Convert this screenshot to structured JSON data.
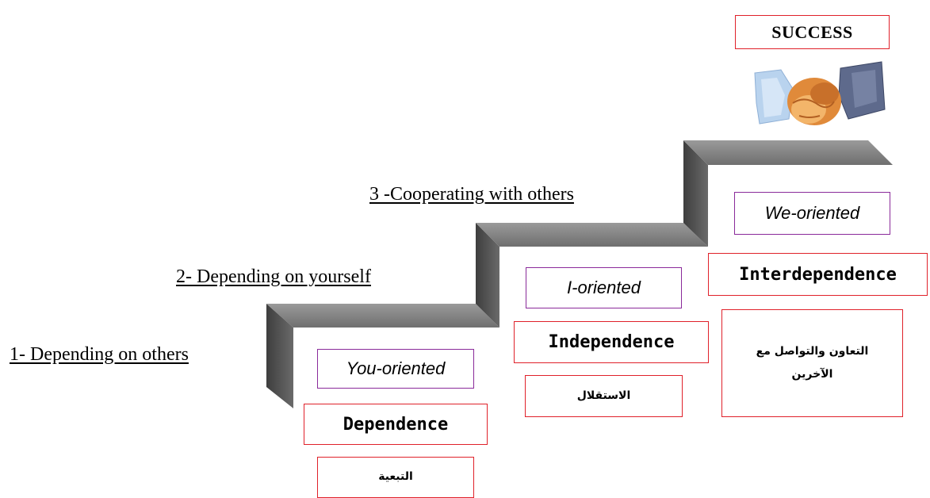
{
  "success": {
    "label": "SUCCESS"
  },
  "steps": [
    {
      "label": "1- Depending on others",
      "orientation": "You-oriented",
      "concept": "Dependence",
      "arabic": "التبعية"
    },
    {
      "label": "2- Depending on yourself",
      "orientation": "I-oriented",
      "concept": "Independence",
      "arabic": "الاستقلال"
    },
    {
      "label": "3 -Cooperating with others",
      "orientation": "We-oriented",
      "concept": "Interdependence",
      "arabic": "التعاون والتواصل مع الآخرين"
    }
  ],
  "colors": {
    "concept_border": "#e0212a",
    "orientation_border": "#8a2a9a",
    "stair_top": "#8a8a8a",
    "stair_front": "#555555"
  },
  "icons": {
    "handshake": "handshake-icon"
  }
}
